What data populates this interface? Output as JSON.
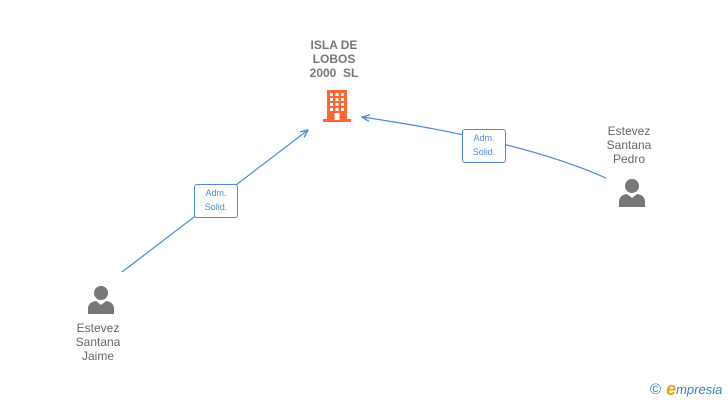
{
  "company": {
    "name_lines": [
      "ISLA DE",
      "LOBOS",
      "2000  SL"
    ],
    "icon": "building-icon",
    "color": "#ff6633"
  },
  "people": [
    {
      "id": "jaime",
      "name_lines": [
        "Estevez",
        "Santana",
        "Jaime"
      ],
      "icon": "person-icon"
    },
    {
      "id": "pedro",
      "name_lines": [
        "Estevez",
        "Santana",
        "Pedro"
      ],
      "icon": "person-icon"
    }
  ],
  "relations": [
    {
      "from": "jaime",
      "to": "company",
      "label_lines": [
        "Adm.",
        "Solid."
      ]
    },
    {
      "from": "pedro",
      "to": "company",
      "label_lines": [
        "Adm.",
        "Solid."
      ]
    }
  ],
  "colors": {
    "edge": "#4a8ad8",
    "person": "#777777",
    "label_text": "#666666"
  },
  "footer": {
    "copyright_symbol": "©",
    "brand_initial": "e",
    "brand_rest": "mpresia"
  }
}
